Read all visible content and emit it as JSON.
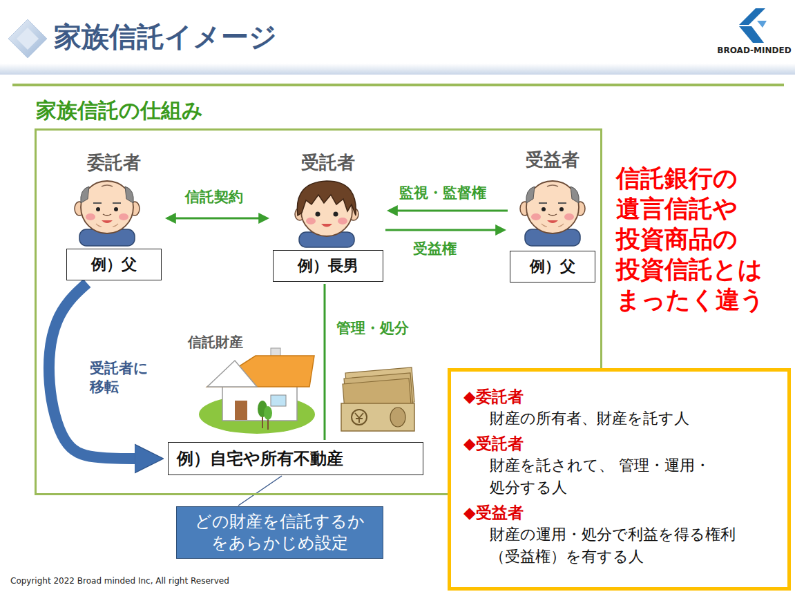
{
  "diagram": {
    "title": "家族信託イメージ",
    "nodes": [
      {
        "text": [
          "家族信託の仕組み"
        ]
      },
      {
        "text": [
          "委託者",
          "例）父"
        ],
        "in": 0
      },
      {
        "text": [
          "受託者",
          "例）長男"
        ],
        "in": 0
      },
      {
        "text": [
          "受益者",
          "例）父"
        ],
        "in": 0
      },
      {
        "text": [
          "例）自宅や所有不動産"
        ],
        "in": 0
      },
      {
        "text": [
          "どの財産を信託するか をあらかじめ設定"
        ]
      },
      {
        "text": [
          "◆委託者",
          "財産の所有者、財産を託す人",
          "◆受託者",
          "財産を託されて、 管理・運用・処分する人",
          "◆受益者",
          "財産の運用・処分で利益を得る権利 （受益権）を有する人"
        ]
      }
    ],
    "edges": [
      {
        "from": 1,
        "to": 2,
        "label": "信託契約",
        "arrow": "both"
      },
      {
        "from": 3,
        "to": 2,
        "label": "監視・監督権",
        "arrow": "to"
      },
      {
        "from": 2,
        "to": 3,
        "label": "受益権",
        "arrow": "to"
      },
      {
        "from": 2,
        "to": 4,
        "label": "管理・処分",
        "arrow": "none"
      },
      {
        "from": 1,
        "to": 4,
        "label": "受託者に 移転",
        "arrow": "to"
      },
      {
        "from": 4,
        "to": 5,
        "arrow": "none"
      }
    ],
    "labels": [
      "信託財産",
      "信託銀行の 遺言信託や 投資商品の 投資信託とは まったく違う",
      "BROAD-MINDED",
      "Copyright 2022 Broad minded Inc, All right Reserved"
    ]
  }
}
